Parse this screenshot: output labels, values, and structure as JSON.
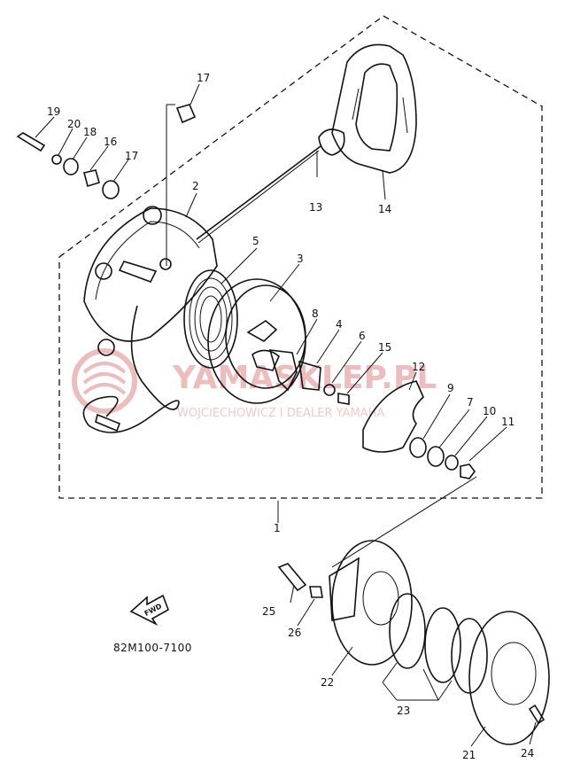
{
  "labels": {
    "p1": "1",
    "p2": "2",
    "p3": "3",
    "p4": "4",
    "p5": "5",
    "p6": "6",
    "p7": "7",
    "p8": "8",
    "p9": "9",
    "p10": "10",
    "p11": "11",
    "p12": "12",
    "p13": "13",
    "p14": "14",
    "p15": "15",
    "p16": "16",
    "p17a": "17",
    "p17b": "17",
    "p18": "18",
    "p19": "19",
    "p20": "20",
    "p21": "21",
    "p22": "22",
    "p23": "23",
    "p24": "24",
    "p25": "25",
    "p26": "26"
  },
  "fwd_label": "FWD",
  "diagram_code": "82M100-7100",
  "watermark": {
    "title": "YAMASKLEP.PL",
    "subtitle": "WOJCIECHOWICZ I DEALER YAMAHA",
    "color": "#e8a6a6"
  }
}
